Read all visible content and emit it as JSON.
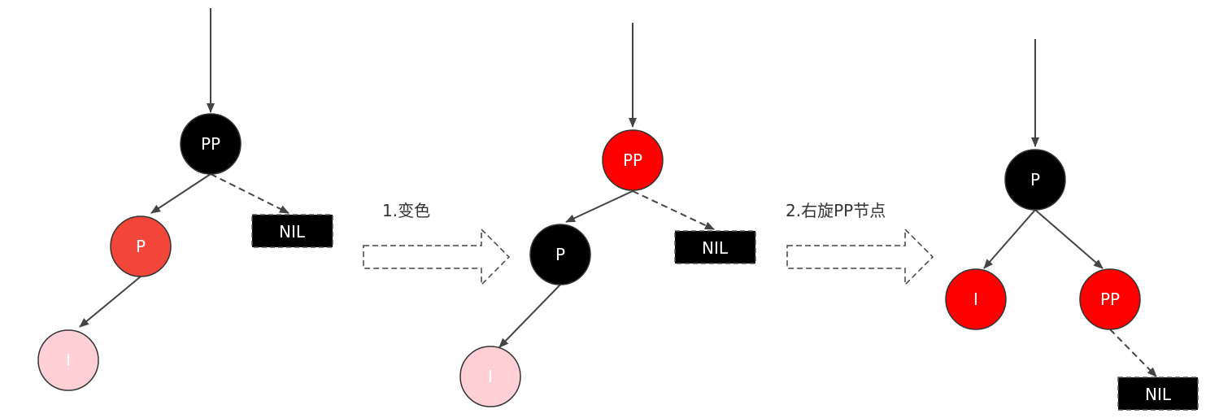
{
  "colors": {
    "black_node": "#000000",
    "red_node": "#ff0000",
    "red_node_soft": "#f2463a",
    "pink_node": "#ffd1d6",
    "edge": "#444444",
    "text_light": "#ffffff"
  },
  "steps": {
    "step1": "1.变色",
    "step2": "2.右旋PP节点"
  },
  "tree1": {
    "pp": "PP",
    "p": "P",
    "i": "I",
    "nil": "NIL"
  },
  "tree2": {
    "pp": "PP",
    "p": "P",
    "i": "I",
    "nil": "NIL"
  },
  "tree3": {
    "p": "P",
    "i": "I",
    "pp": "PP",
    "nil": "NIL"
  }
}
